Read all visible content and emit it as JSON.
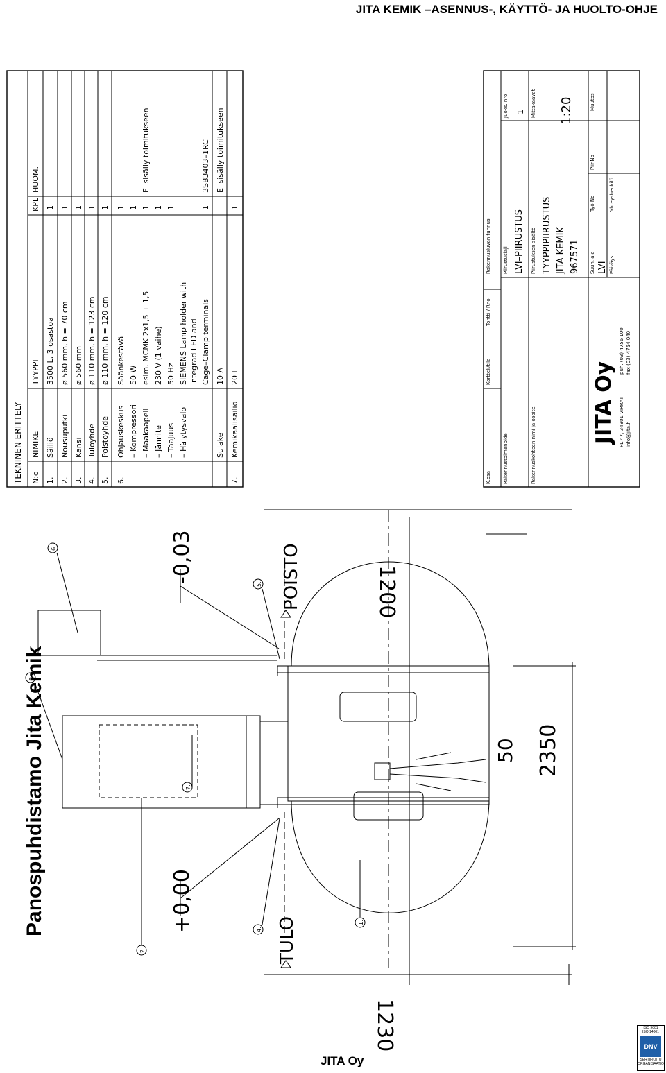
{
  "header": "JITA KEMIK –ASENNUS-, KÄYTTÖ- JA HUOLTO-OHJE",
  "side_title": "Panospuhdistamo Jita Kemik",
  "footer": "JITA Oy",
  "cert": {
    "iso1": "ISO 9001",
    "iso2": "ISO 14001",
    "badge": "DNV",
    "line1": "SERTIFIOITU",
    "line2": "ORGANISAATIO"
  },
  "drawing": {
    "dim_1200": "1200",
    "dim_2350": "2350",
    "dim_1230": "1230",
    "dim_50": "50",
    "level_top": "-0,03",
    "level_bottom": "+0,00",
    "poisto": "POISTO",
    "tulo": "TULO",
    "callouts": [
      "1.",
      "2.",
      "3.",
      "4.",
      "5.",
      "6.",
      "7."
    ]
  },
  "spec": {
    "title": "TEKNINEN ERITTELY",
    "headers": {
      "no": "N:o",
      "name": "NIMIKE",
      "type": "TYYPPI",
      "qty": "KPL",
      "note": "HUOM."
    },
    "rows": [
      {
        "no": "1.",
        "name": "Säiliö",
        "type": "3500 L, 3 osastoa",
        "qty": "1",
        "note": ""
      },
      {
        "no": "2.",
        "name": "Nousuputki",
        "type": "ø 560 mm, h = 70 cm",
        "qty": "1",
        "note": ""
      },
      {
        "no": "3.",
        "name": "Kansi",
        "type": "ø 560 mm",
        "qty": "1",
        "note": ""
      },
      {
        "no": "4.",
        "name": "Tuloyhde",
        "type": "ø 110 mm, h = 123 cm",
        "qty": "1",
        "note": ""
      },
      {
        "no": "5.",
        "name": "Poistoyhde",
        "type": "ø 110 mm, h = 120 cm",
        "qty": "1",
        "note": ""
      },
      {
        "no": "6.",
        "name": "Ohjauskeskus",
        "type": "Säänkestävä",
        "qty": "1",
        "note": ""
      },
      {
        "no": "",
        "name": "–  Kompressori",
        "type": "50 W",
        "qty": "1",
        "note": ""
      },
      {
        "no": "",
        "name": "–  Maakaapeli",
        "type": "esim. MCMK 2x1,5 + 1,5",
        "qty": "1",
        "note": "Ei sisälly toimitukseen"
      },
      {
        "no": "",
        "name": "–  Jännite",
        "type": "230 V (1 vaihe)",
        "qty": "1",
        "note": ""
      },
      {
        "no": "",
        "name": "–  Taajuus",
        "type": "50 Hz",
        "qty": "1",
        "note": ""
      },
      {
        "no": "",
        "name": "–  Hälytysvalo",
        "type": "SIEMENS Lamp holder with",
        "qty": "",
        "note": ""
      },
      {
        "no": "",
        "name": "",
        "type": "integrad LED and",
        "qty": "",
        "note": ""
      },
      {
        "no": "",
        "name": "",
        "type": "Cage–Clamp terminals",
        "qty": "1",
        "note": "3SB3403–1RC"
      },
      {
        "no": "",
        "name": "Sulake",
        "type": "10 A",
        "qty": "",
        "note": "Ei sisälly toimitukseen"
      },
      {
        "no": "7.",
        "name": "Kemikaalisäiliö",
        "type": "20 l",
        "qty": "1",
        "note": ""
      }
    ]
  },
  "titleblock": {
    "kosa": "K.osa",
    "kortteli": "Kortteli/tila",
    "tontti": "Tontti / Rno",
    "rak_tunnus": "Rakennusluvan tunnus",
    "rak_toimenpide": "Rakennustoimenpide",
    "piirustuslaji_label": "Piirustuslaji",
    "piirustuslaji": "LVI–PIIRUSTUS",
    "juoks_label": "Juoks. nro",
    "juoks": "1",
    "kohde_label": "Rakennuskohteen nimi ja osoite",
    "sisalto_label": "Piirustuksen sisältö",
    "sisalto1": "TYYPPIPIIRUSTUS",
    "sisalto2": "JITA KEMIK",
    "sisalto3": "967571",
    "mitta_label": "Mittakaavat",
    "mitta": "1:20",
    "company_logo": "JITA Oy",
    "company_addr1": "PL 47, 34801  VIRRAT",
    "company_addr2": "info@jita.fi",
    "company_tel1": "puh. (03) 4756 100",
    "company_tel2": "fax  (03) 4754 040",
    "suun_ala_label": "Suun. ala",
    "suun_ala": "LVI",
    "tyo_no": "Työ No",
    "piir_no": "Piir.No",
    "muutos": "Muutos",
    "paivays": "Päiväys",
    "yhteys": "Yhteyshenkilö"
  }
}
